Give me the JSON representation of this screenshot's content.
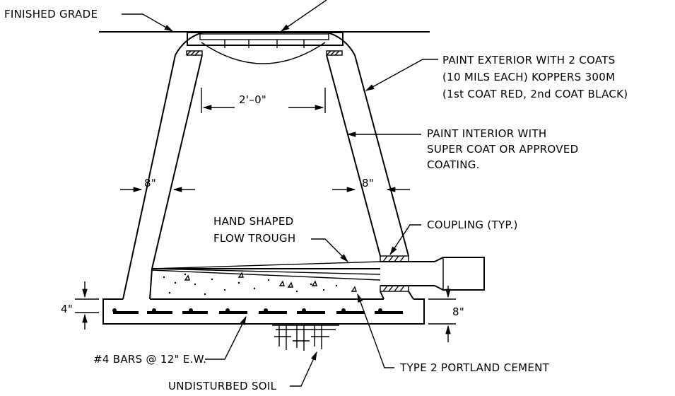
{
  "labels": {
    "finished_grade": "FINISHED GRADE",
    "paint_exterior_1": "PAINT EXTERIOR WITH 2 COATS",
    "paint_exterior_2": "(10 MILS EACH) KOPPERS 300M",
    "paint_exterior_3": "(1st COAT RED, 2nd COAT BLACK)",
    "inner_width": "2'–0\"",
    "paint_interior_1": "PAINT INTERIOR WITH",
    "paint_interior_2": "SUPER COAT OR APPROVED",
    "paint_interior_3": "COATING.",
    "wall_left": "8\"",
    "wall_right": "8\"",
    "flow_trough_1": "HAND SHAPED",
    "flow_trough_2": "FLOW TROUGH",
    "coupling": "COUPLING (TYP.)",
    "base_thickness": "4\"",
    "slab_thickness": "8\"",
    "bars": "#4 BARS @ 12\" E.W.",
    "cement": "TYPE 2 PORTLAND CEMENT",
    "soil": "UNDISTURBED SOIL"
  }
}
